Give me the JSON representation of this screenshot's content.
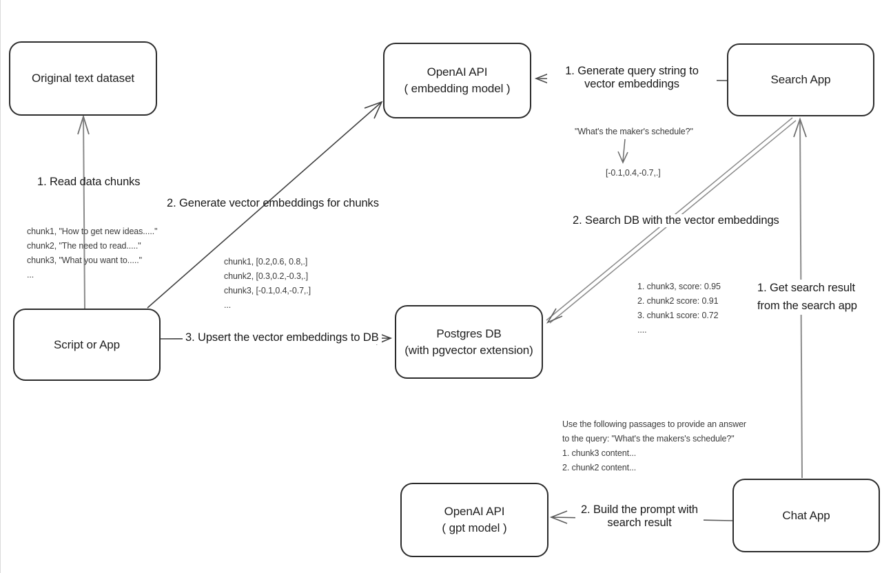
{
  "colors": {
    "box_stroke": "#2b2b2b",
    "dark_arrow": "#3f3f3f",
    "gray_arrow": "#8a8a8a",
    "text": "#1e1e1e",
    "annotation_text": "#3a3a3a"
  },
  "nodes": {
    "original_text_dataset": "Original text dataset",
    "openai_embedding": {
      "line1": "OpenAI API",
      "line2": "( embedding model )"
    },
    "search_app": "Search App",
    "script_or_app": "Script or App",
    "postgres_db": {
      "line1": "Postgres DB",
      "line2": "(with pgvector extension)"
    },
    "openai_gpt": {
      "line1": "OpenAI API",
      "line2": "( gpt model )"
    },
    "chat_app": "Chat App"
  },
  "edges": {
    "read_chunks": "1. Read data chunks",
    "generate_embeddings": "2. Generate vector embeddings for chunks",
    "upsert": "3. Upsert the vector embeddings  to DB",
    "generate_query": {
      "line1": "1. Generate query string to vector",
      "line2": "embeddings"
    },
    "search_db": "2. Search DB with the vector embeddings",
    "get_result": {
      "line1": "1. Get search result",
      "line2": "from the search app"
    },
    "build_prompt": {
      "line1": "2. Build the prompt with",
      "line2": "search result"
    }
  },
  "annotations": {
    "chunk_texts": [
      "chunk1, \"How to get new ideas.....\"",
      "chunk2, \"The need to read.....\"",
      "chunk3, \"What you want to.....\"",
      "..."
    ],
    "chunk_vectors": [
      "chunk1, [0.2,0.6, 0.8,.]",
      "chunk2, [0.3,0.2,-0.3,.]",
      "chunk3, [-0.1,0.4,-0.7,.]",
      "..."
    ],
    "query_string": "\"What's the maker's schedule?\"",
    "query_vector": "[-0.1,0.4,-0.7,.]",
    "search_scores": [
      "1. chunk3, score: 0.95",
      "2. chunk2 score: 0.91",
      "3. chunk1 score: 0.72",
      "...."
    ],
    "prompt_lines": [
      "Use the following passages to provide an answer",
      "to the query: \"What's the makers's schedule?\"",
      "1. chunk3 content...",
      "2. chunk2 content..."
    ]
  }
}
